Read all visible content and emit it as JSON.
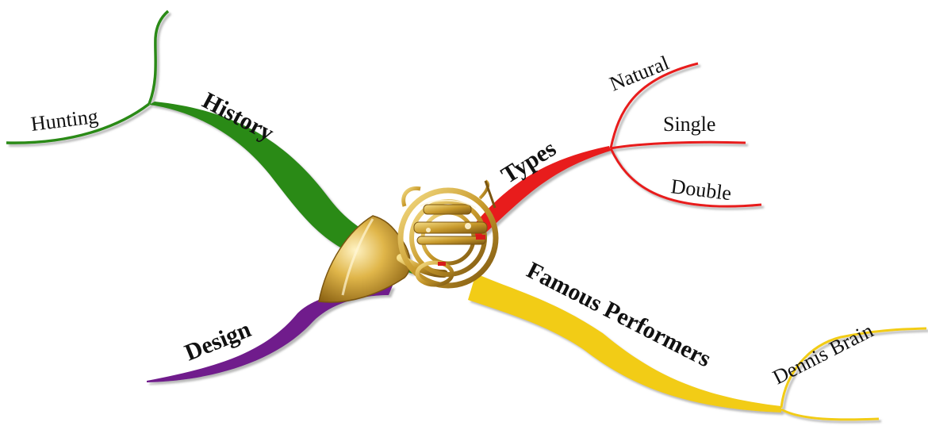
{
  "central": {
    "icon": "french-horn-icon"
  },
  "branches": {
    "history": {
      "label": "History",
      "color": "#2a8a17",
      "children": [
        "Hunting"
      ]
    },
    "types": {
      "label": "Types",
      "color": "#e81c1c",
      "children": [
        "Natural",
        "Single",
        "Double"
      ]
    },
    "design": {
      "label": "Design",
      "color": "#6f1a8c",
      "children": []
    },
    "performers": {
      "label": "Famous Performers",
      "color": "#f2cc12",
      "children": [
        "Dennis Brain"
      ]
    }
  }
}
